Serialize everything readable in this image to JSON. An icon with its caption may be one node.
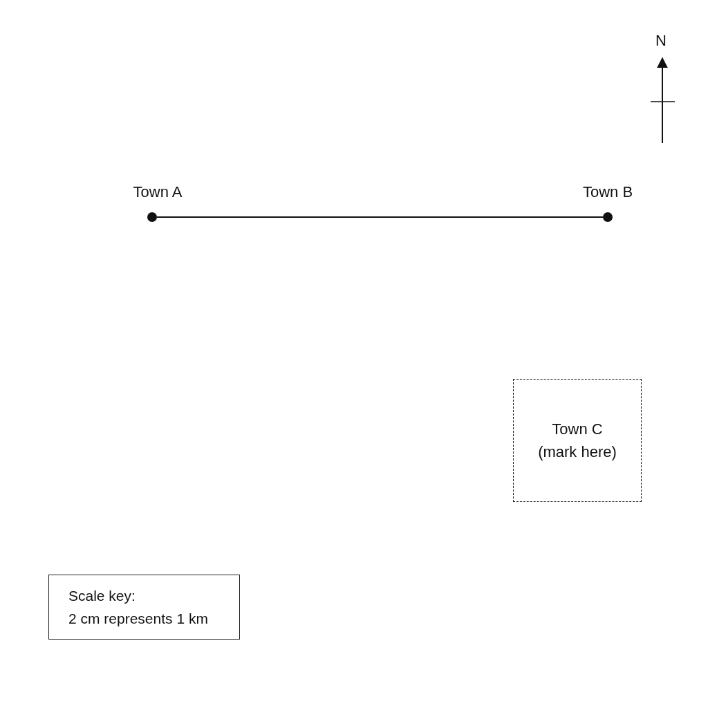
{
  "diagram": {
    "nodes": [
      {
        "text": [
          "Town A"
        ]
      },
      {
        "text": [
          "Town B"
        ]
      },
      {
        "text": [
          "Town C",
          "(mark here)"
        ]
      },
      {
        "text": [
          "Scale key:",
          "2 cm represents 1 km"
        ]
      }
    ],
    "edges": [
      {
        "from": 0,
        "to": 1,
        "arrow": "none"
      }
    ],
    "labels": [
      "N"
    ]
  }
}
